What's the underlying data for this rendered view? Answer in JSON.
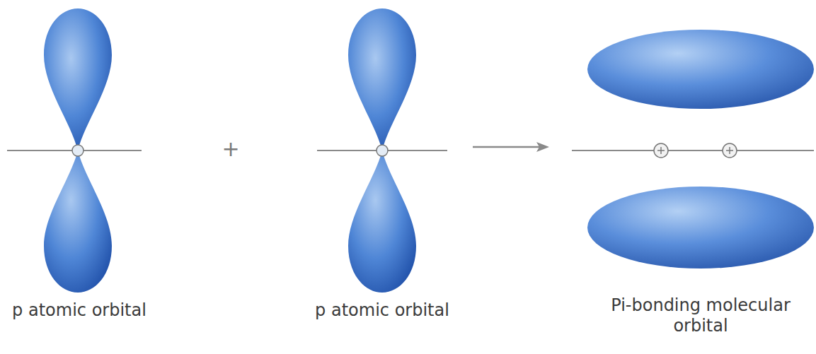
{
  "diagram": {
    "labels": [
      "p atomic orbital",
      "+",
      "p atomic orbital",
      "Pi-bonding molecular orbital"
    ]
  }
}
